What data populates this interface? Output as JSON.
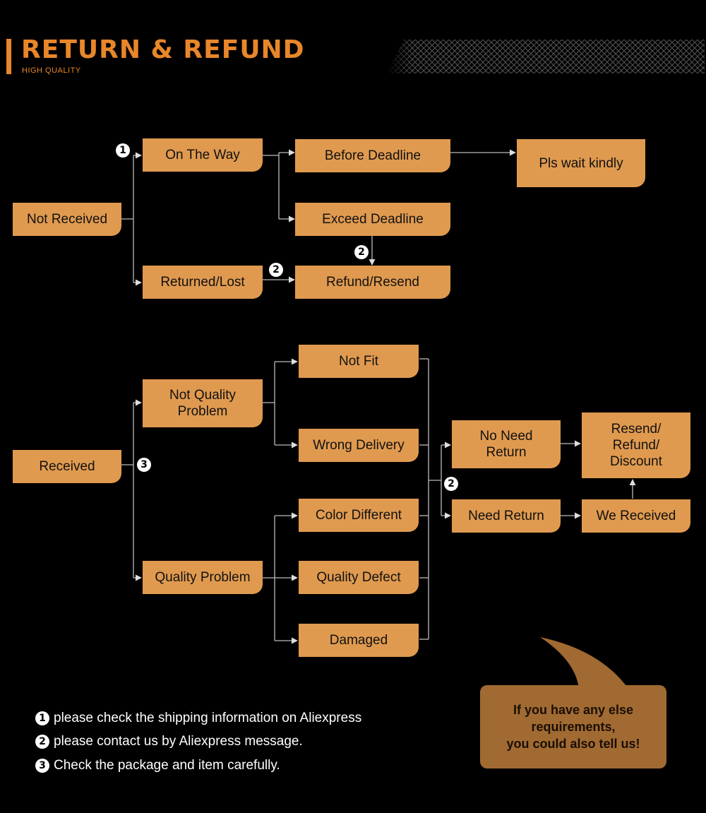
{
  "header": {
    "title": "RETURN & REFUND",
    "subtitle": "HIGH QUALITY"
  },
  "markers": {
    "one": "1",
    "two": "2",
    "three": "3"
  },
  "not_received": {
    "root": "Not Received",
    "on_the_way": "On The Way",
    "before_deadline": "Before Deadline",
    "wait": "Pls wait kindly",
    "exceed_deadline": "Exceed Deadline",
    "returned_lost": "Returned/Lost",
    "refund_resend": "Refund/Resend"
  },
  "received": {
    "root": "Received",
    "not_quality_line1": "Not Quality",
    "not_quality_line2": "Problem",
    "quality_problem": "Quality Problem",
    "not_fit": "Not Fit",
    "wrong_delivery": "Wrong Delivery",
    "color_different": "Color Different",
    "quality_defect": "Quality Defect",
    "damaged": "Damaged",
    "no_need_line1": "No Need",
    "no_need_line2": "Return",
    "need_return": "Need Return",
    "resend_line1": "Resend/",
    "resend_line2": "Refund/",
    "resend_line3": "Discount",
    "we_received": "We Received"
  },
  "notes": [
    "please check the shipping information on Aliexpress",
    "please contact us by Aliexpress message.",
    "Check the package and item carefully."
  ],
  "bubble": {
    "line1": "If you have any else",
    "line2": "requirements,",
    "line3": "you could also tell us!"
  },
  "colors": {
    "accent": "#e8862a",
    "box": "#e09a4f",
    "bubble": "#a06a32",
    "background": "#000000"
  }
}
